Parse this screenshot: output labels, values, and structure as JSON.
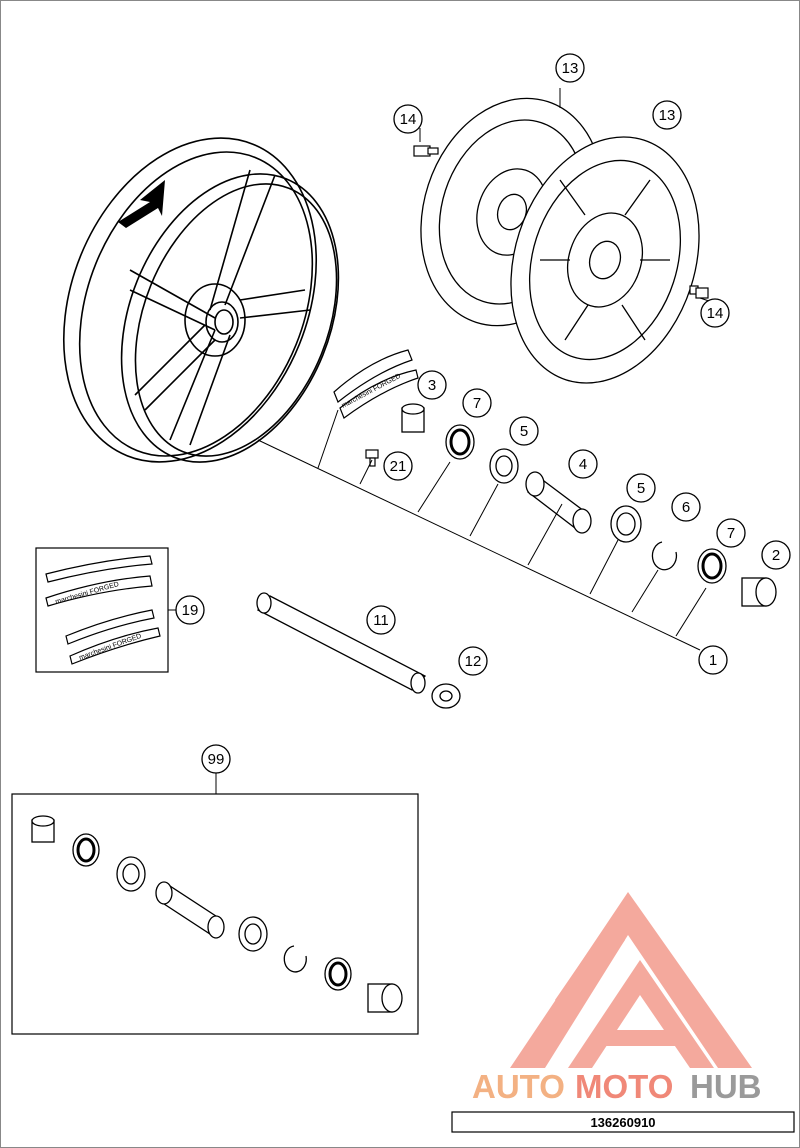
{
  "diagram": {
    "callouts": {
      "c13a": "13",
      "c13b": "13",
      "c14a": "14",
      "c14b": "14",
      "c3": "3",
      "c7a": "7",
      "c5a": "5",
      "c21": "21",
      "c4": "4",
      "c5b": "5",
      "c6": "6",
      "c7b": "7",
      "c2": "2",
      "c19": "19",
      "c11": "11",
      "c12": "12",
      "c1": "1",
      "c99": "99"
    },
    "decal_text": "marchesini FORGED",
    "document_number": "136260910"
  },
  "watermark": {
    "part1": "AUTO",
    "part2": "MOTO",
    "part3": "HUB",
    "colors": {
      "auto": "#f3b183",
      "moto": "#f08878",
      "hub": "#9a9a9a",
      "triangle": "#f08878"
    }
  }
}
